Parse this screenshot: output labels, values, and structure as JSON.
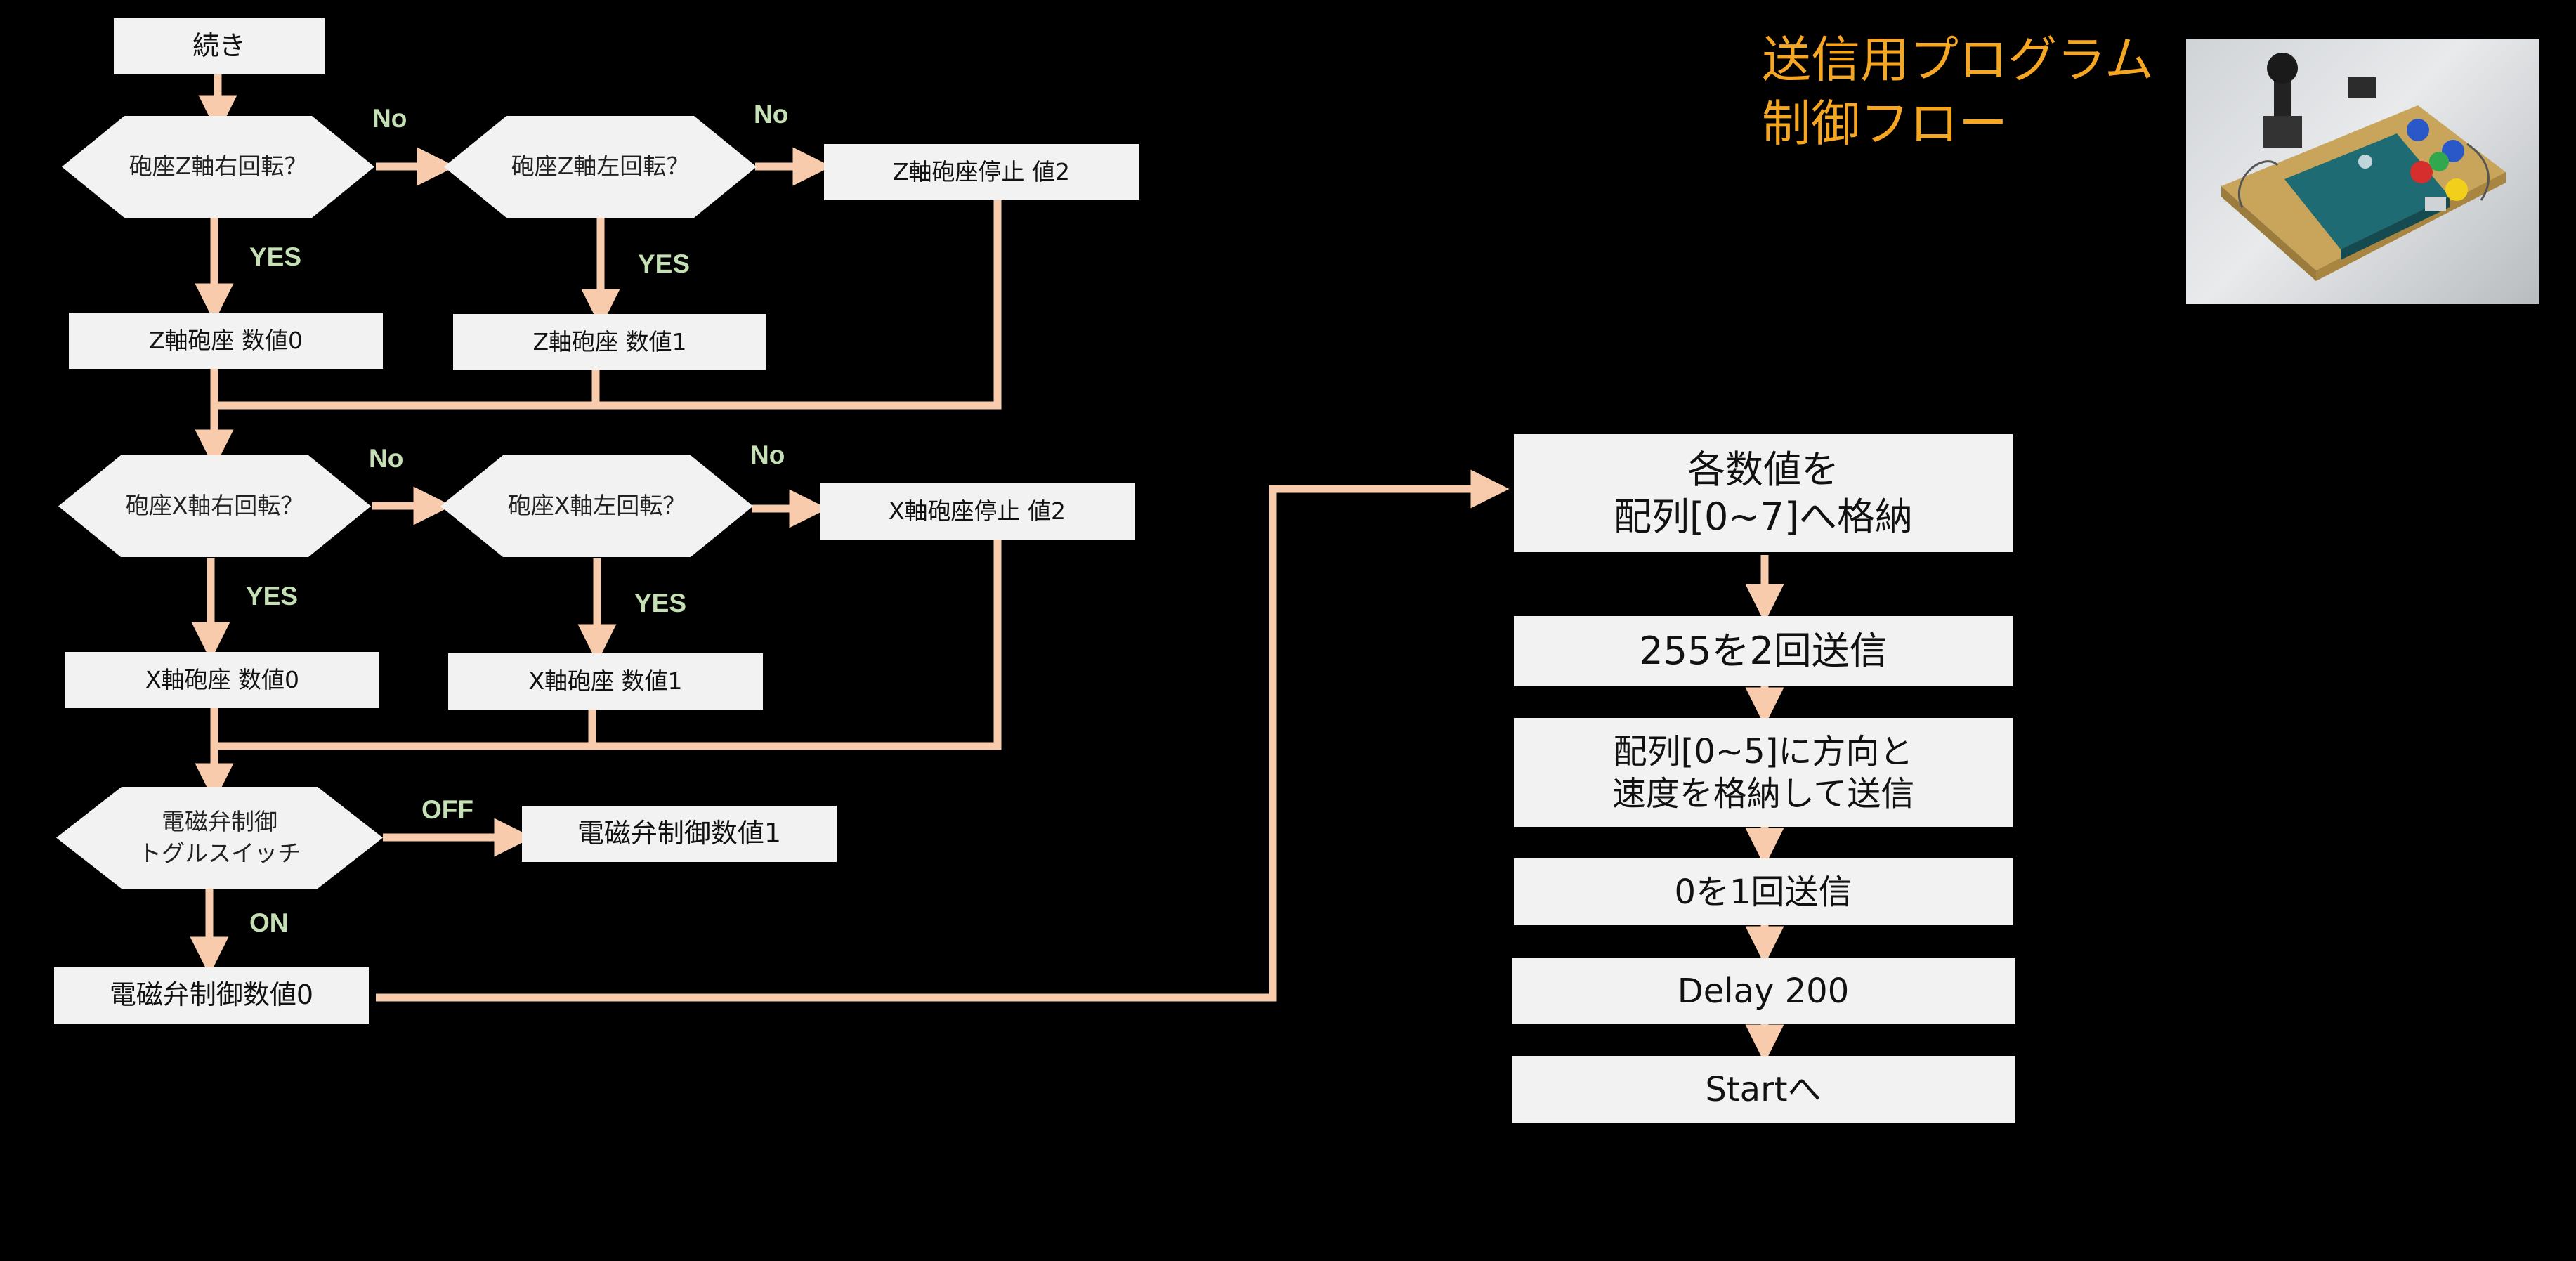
{
  "title": "送信用プログラム\n制御フロー",
  "nodes": {
    "continue": "続き",
    "z_right_q": "砲座Z軸右回転？",
    "z_left_q": "砲座Z軸左回転？",
    "z_stop": "Z軸砲座停止 値2",
    "z_val0": "Z軸砲座 数値0",
    "z_val1": "Z軸砲座 数値1",
    "x_right_q": "砲座X軸右回転？",
    "x_left_q": "砲座X軸左回転？",
    "x_stop": "X軸砲座停止 値2",
    "x_val0": "X軸砲座 数値0",
    "x_val1": "X軸砲座 数値1",
    "solenoid_q": "電磁弁制御\nトグルスイッチ",
    "solenoid_val1": "電磁弁制御数値1",
    "solenoid_val0": "電磁弁制御数値0",
    "store_array": "各数値を\n配列[0~7]へ格納",
    "send_255": "255を2回送信",
    "store_send": "配列[0~5]に方向と\n速度を格納して送信",
    "send_0": "0を1回送信",
    "delay": "Delay 200",
    "start": "Startへ"
  },
  "edge_labels": {
    "z_right_no": "No",
    "z_left_no": "No",
    "z_right_yes": "YES",
    "z_left_yes": "YES",
    "x_right_no": "No",
    "x_left_no": "No",
    "x_right_yes": "YES",
    "x_left_yes": "YES",
    "solenoid_off": "OFF",
    "solenoid_on": "ON"
  },
  "colors": {
    "background": "#000000",
    "node_fill": "#f2f2f2",
    "arrow": "#f8cbad",
    "edge_label": "#c5e0b4",
    "title": "#f5a623"
  },
  "photo": "arduino-controller-board-photo"
}
